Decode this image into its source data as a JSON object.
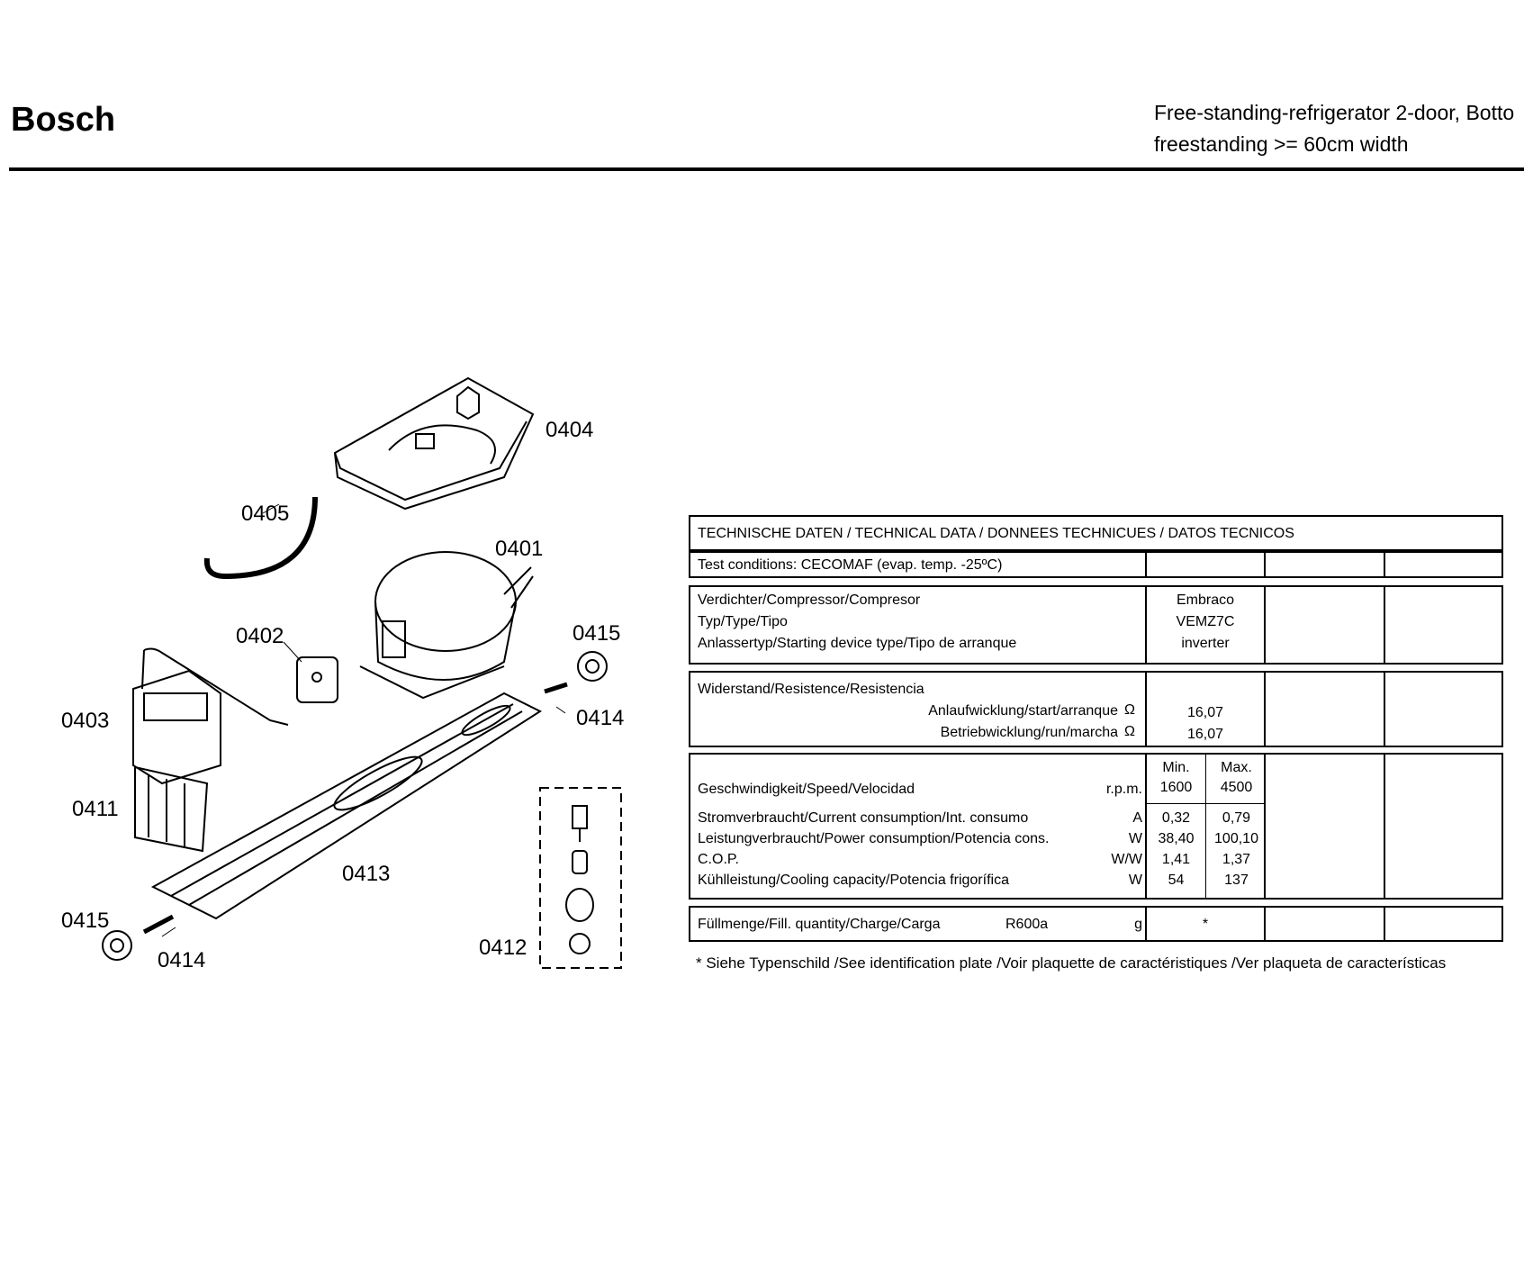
{
  "header": {
    "brand": "Bosch",
    "title_line1": "Free-standing-refrigerator 2-door, Botto",
    "title_line2": "freestanding >= 60cm width"
  },
  "parts": {
    "p0401": "0401",
    "p0402": "0402",
    "p0403": "0403",
    "p0404": "0404",
    "p0405": "0405",
    "p0411": "0411",
    "p0412": "0412",
    "p0413": "0413",
    "p0414a": "0414",
    "p0414b": "0414",
    "p0415a": "0415",
    "p0415b": "0415"
  },
  "tech": {
    "title": "TECHNISCHE DATEN / TECHNICAL DATA / DONNEES TECHNICUES / DATOS TECNICOS",
    "test_conditions": "Test conditions:  CECOMAF (evap. temp. -25ºC)",
    "compressor_label": "Verdichter/Compressor/Compresor",
    "compressor_value": "Embraco",
    "type_label": "Typ/Type/Tipo",
    "type_value": "VEMZ7C",
    "starting_label": "Anlassertyp/Starting device type/Tipo de arranque",
    "starting_value": "inverter",
    "resistance_label": "Widerstand/Resistence/Resistencia",
    "start_winding_label": "Anlaufwicklung/start/arranque",
    "start_winding_unit": "Ω",
    "start_winding_value": "16,07",
    "run_winding_label": "Betriebwicklung/run/marcha",
    "run_winding_unit": "Ω",
    "run_winding_value": "16,07",
    "min_label": "Min.",
    "max_label": "Max.",
    "speed_label": "Geschwindigkeit/Speed/Velocidad",
    "speed_unit": "r.p.m.",
    "speed_min": "1600",
    "speed_max": "4500",
    "current_label": "Stromverbraucht/Current consumption/Int. consumo",
    "current_unit": "A",
    "current_min": "0,32",
    "current_max": "0,79",
    "power_label": "Leistungverbraucht/Power consumption/Potencia cons.",
    "power_unit": "W",
    "power_min": "38,40",
    "power_max": "100,10",
    "cop_label": "C.O.P.",
    "cop_unit": "W/W",
    "cop_min": "1,41",
    "cop_max": "1,37",
    "cooling_label": "Kühlleistung/Cooling capacity/Potencia frigorífica",
    "cooling_unit": "W",
    "cooling_min": "54",
    "cooling_max": "137",
    "fill_label": "Füllmenge/Fill. quantity/Charge/Carga",
    "refrigerant": "R600a",
    "fill_unit": "g",
    "fill_value": "*",
    "footnote": "* Siehe Typenschild /See identification plate /Voir plaquette de caractéristiques /Ver plaqueta de características"
  }
}
